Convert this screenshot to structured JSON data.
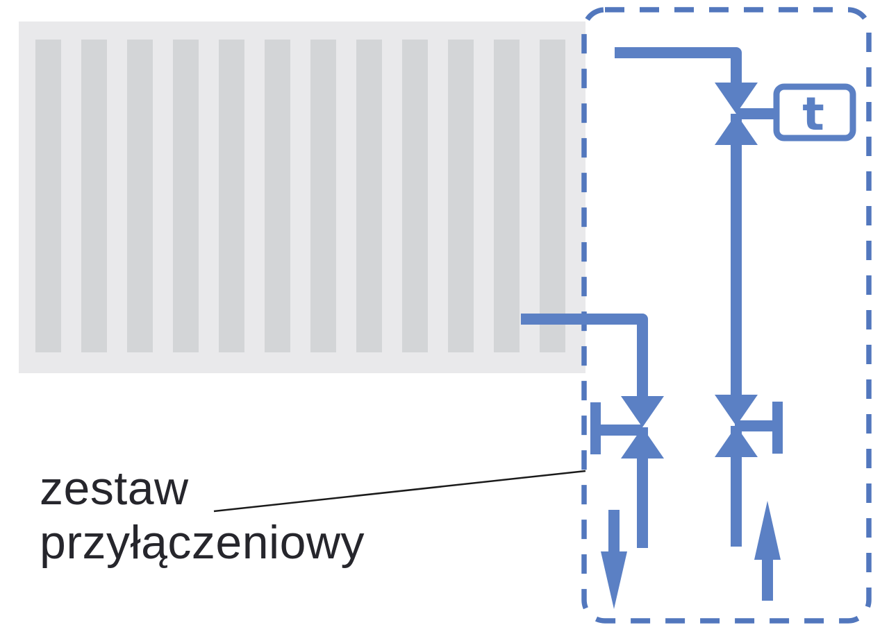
{
  "label": {
    "line1": "zestaw",
    "line2": "przyłączeniowy"
  },
  "thermostat": {
    "symbol": "t"
  },
  "radiator": {
    "fin_count": 12
  },
  "icons": {
    "thermostatic_valve": "bowtie-valve-with-thermostat-head",
    "return_valve": "bowtie-valve-handle-left",
    "supply_valve": "bowtie-valve-handle-right",
    "flow_out": "arrow-down",
    "flow_in": "arrow-up",
    "boundary": "dashed-rounded-rectangle"
  },
  "colors": {
    "pipe_blue": "#5b80c4",
    "border_blue": "#5277bd",
    "radiator_body": "#e9e9eb",
    "radiator_fin": "#d3d5d7",
    "label_text": "#26262c",
    "leader_line": "#1b1b1b",
    "background": "#ffffff"
  }
}
